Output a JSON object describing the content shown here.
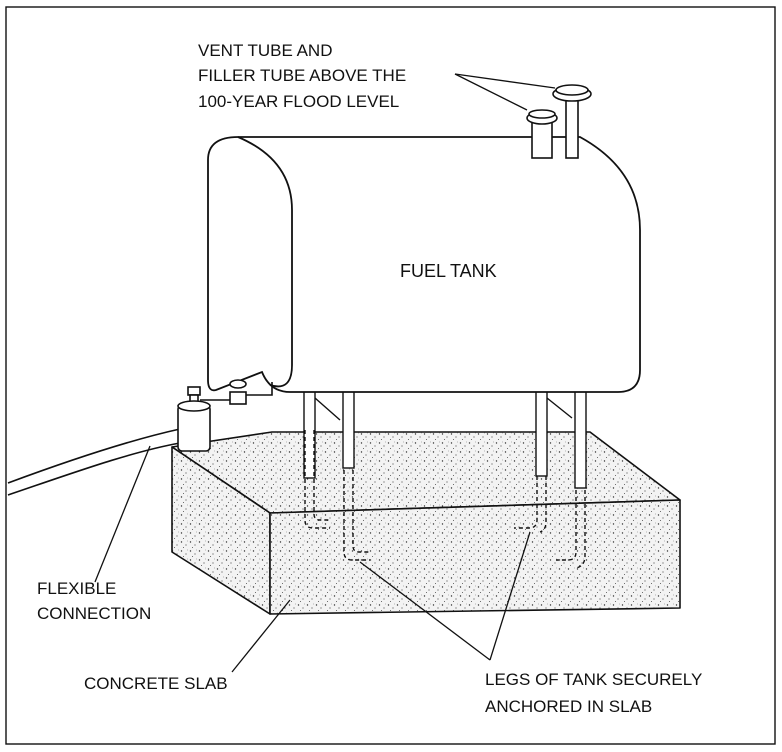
{
  "labels": {
    "vent_line1": "VENT TUBE AND",
    "vent_line2": "FILLER TUBE ABOVE THE",
    "vent_line3": "100-YEAR FLOOD LEVEL",
    "fuel_tank": "FUEL TANK",
    "flexible_line1": "FLEXIBLE",
    "flexible_line2": "CONNECTION",
    "concrete_slab": "CONCRETE SLAB",
    "legs_line1": "LEGS OF TANK SECURELY",
    "legs_line2": "ANCHORED IN SLAB"
  },
  "colors": {
    "line": "#111111",
    "background": "#ffffff",
    "concrete_fill": "#f2f2f2"
  }
}
